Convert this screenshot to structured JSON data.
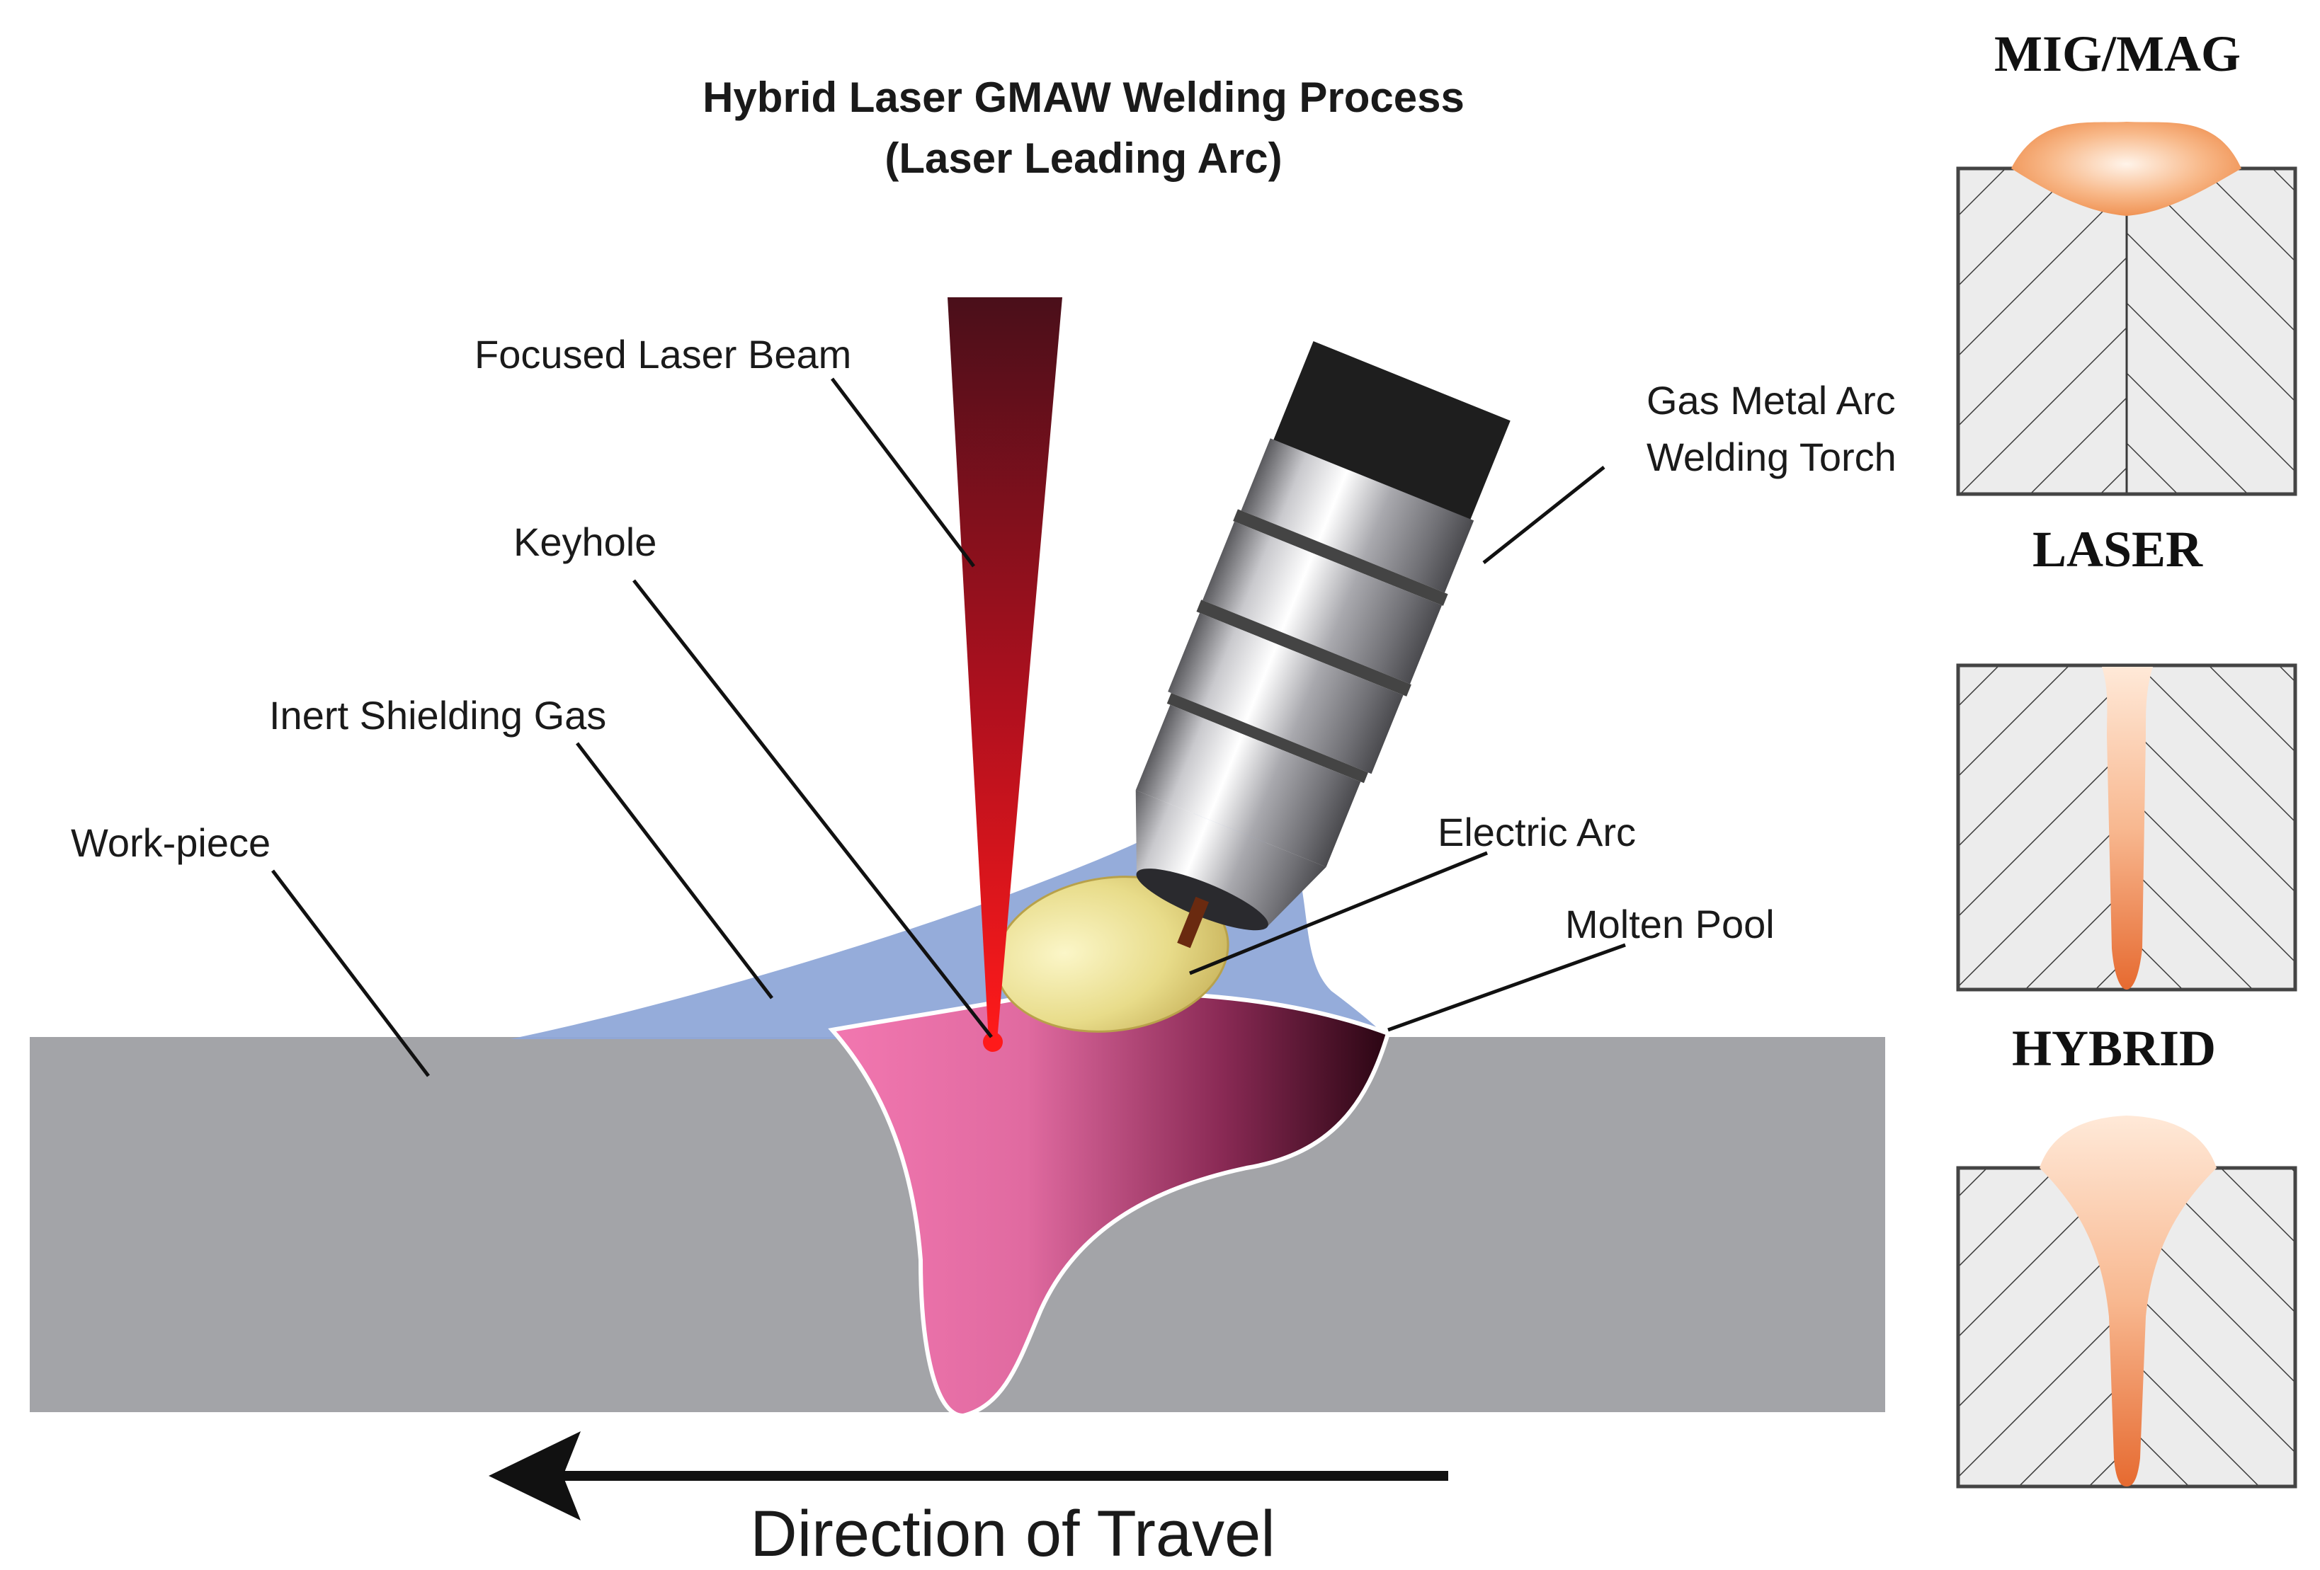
{
  "title": {
    "line1": "Hybrid Laser GMAW Welding Process",
    "line2": "(Laser Leading Arc)"
  },
  "labels": {
    "focused_laser_beam": "Focused Laser Beam",
    "keyhole": "Keyhole",
    "inert_shielding_gas": "Inert Shielding Gas",
    "work_piece": "Work-piece",
    "torch_line1": "Gas Metal Arc",
    "torch_line2": "Welding Torch",
    "electric_arc": "Electric Arc",
    "molten_pool": "Molten Pool"
  },
  "direction": "Direction of Travel",
  "comparisons": [
    {
      "label": "MIG/MAG"
    },
    {
      "label": "LASER"
    },
    {
      "label": "HYBRID"
    }
  ],
  "colors": {
    "workpiece": "#a3a4a8",
    "shielding_gas": "#8fa8d8",
    "weld_pool_pink": "#f277b0",
    "weld_pool_dark": "#3a0a1c",
    "laser_top": "#4a0f1a",
    "laser_bottom": "#ff1a1a",
    "arc": "#e8dc8a",
    "weld_bead": "#f08a4a"
  }
}
